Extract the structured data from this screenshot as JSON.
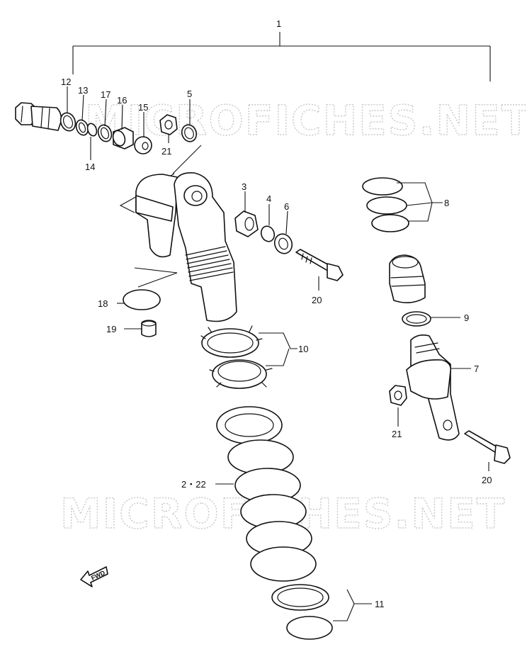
{
  "watermark": "MICROFICHES.NET",
  "fwd_label": "FWD",
  "callouts": {
    "c1": "1",
    "c2_22": "2・22",
    "c3": "3",
    "c4": "4",
    "c5": "5",
    "c6": "6",
    "c7": "7",
    "c8": "8",
    "c9": "9",
    "c10": "10",
    "c11": "11",
    "c12": "12",
    "c13": "13",
    "c14": "14",
    "c15": "15",
    "c16": "16",
    "c17": "17",
    "c18": "18",
    "c19": "19",
    "c20_top": "20",
    "c20_bottom": "20",
    "c21_top": "21",
    "c21_bottom": "21"
  }
}
